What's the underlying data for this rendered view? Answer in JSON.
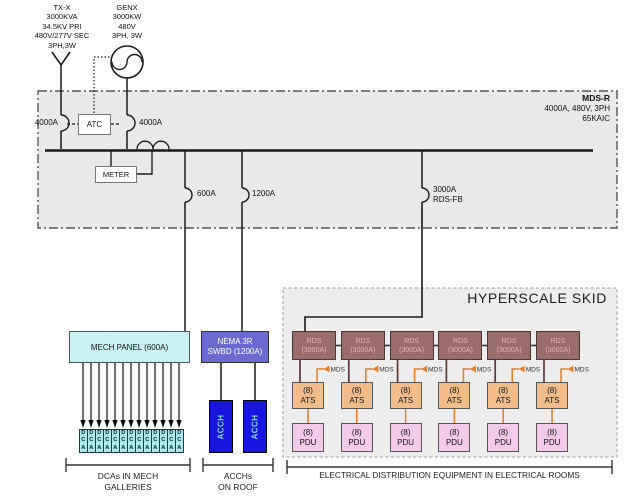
{
  "transformer": {
    "lines": [
      "TX-X",
      "3000KVA",
      "34.5KV PRI",
      "480V/277V SEC",
      "3PH,3W"
    ]
  },
  "generator": {
    "lines": [
      "GENX",
      "3000KW",
      "480V",
      "3PH, 3W"
    ]
  },
  "mds": {
    "name": "MDS-R",
    "rating": "4000A, 480V, 3PH",
    "aic": "65KAIC",
    "main_breaker_left": "4000A",
    "main_breaker_right": "4000A",
    "atc_label": "ATC",
    "meter_label": "METER",
    "feeders": [
      {
        "label": "600A"
      },
      {
        "label": "1200A"
      },
      {
        "label": "3000A",
        "sublabel": "RDS-FB"
      }
    ]
  },
  "mech_panel": {
    "label": "MECH PANEL (600A)"
  },
  "nema_swbd": {
    "line1": "NEMA 3R",
    "line2": "SWBD (1200A)"
  },
  "acch": {
    "label": "ACCH",
    "count": 2
  },
  "dca": {
    "label": "DCA",
    "count": 13
  },
  "skid": {
    "title": "HYPERSCALE SKID",
    "count": 6,
    "rds_line1": "RDS",
    "rds_line2": "(3000A)",
    "ats_line1": "(8)",
    "ats_line2": "ATS",
    "pdu_line1": "(8)",
    "pdu_line2": "PDU",
    "mds_tag": "MDS"
  },
  "captions": {
    "dca_line1": "DCAs IN MECH",
    "dca_line2": "GALLERIES",
    "acch_line1": "ACCHs",
    "acch_line2": "ON ROOF",
    "skid": "ELECTRICAL DISTRIBUTION EQUIPMENT IN ELECTRICAL ROOMS"
  },
  "colors": {
    "region_fill": "#e9e9e9",
    "skid_fill": "#ededed",
    "wire": "#1a1a1a",
    "mech_panel_fill": "#c9f2f4",
    "nema_fill": "#6a6ad0",
    "acch_fill": "#1616e0",
    "acch_text": "#86dce2",
    "dca_fill": "#a8e8e8",
    "rds_fill": "#9a6c6c",
    "rds_border": "#4d3636",
    "rds_text": "#e3b8b8",
    "ats_fill": "#f3bd8b",
    "pdu_fill": "#f5c9e9",
    "box_border": "#555555",
    "orange": "#e8802a",
    "brown": "#5d3838"
  }
}
